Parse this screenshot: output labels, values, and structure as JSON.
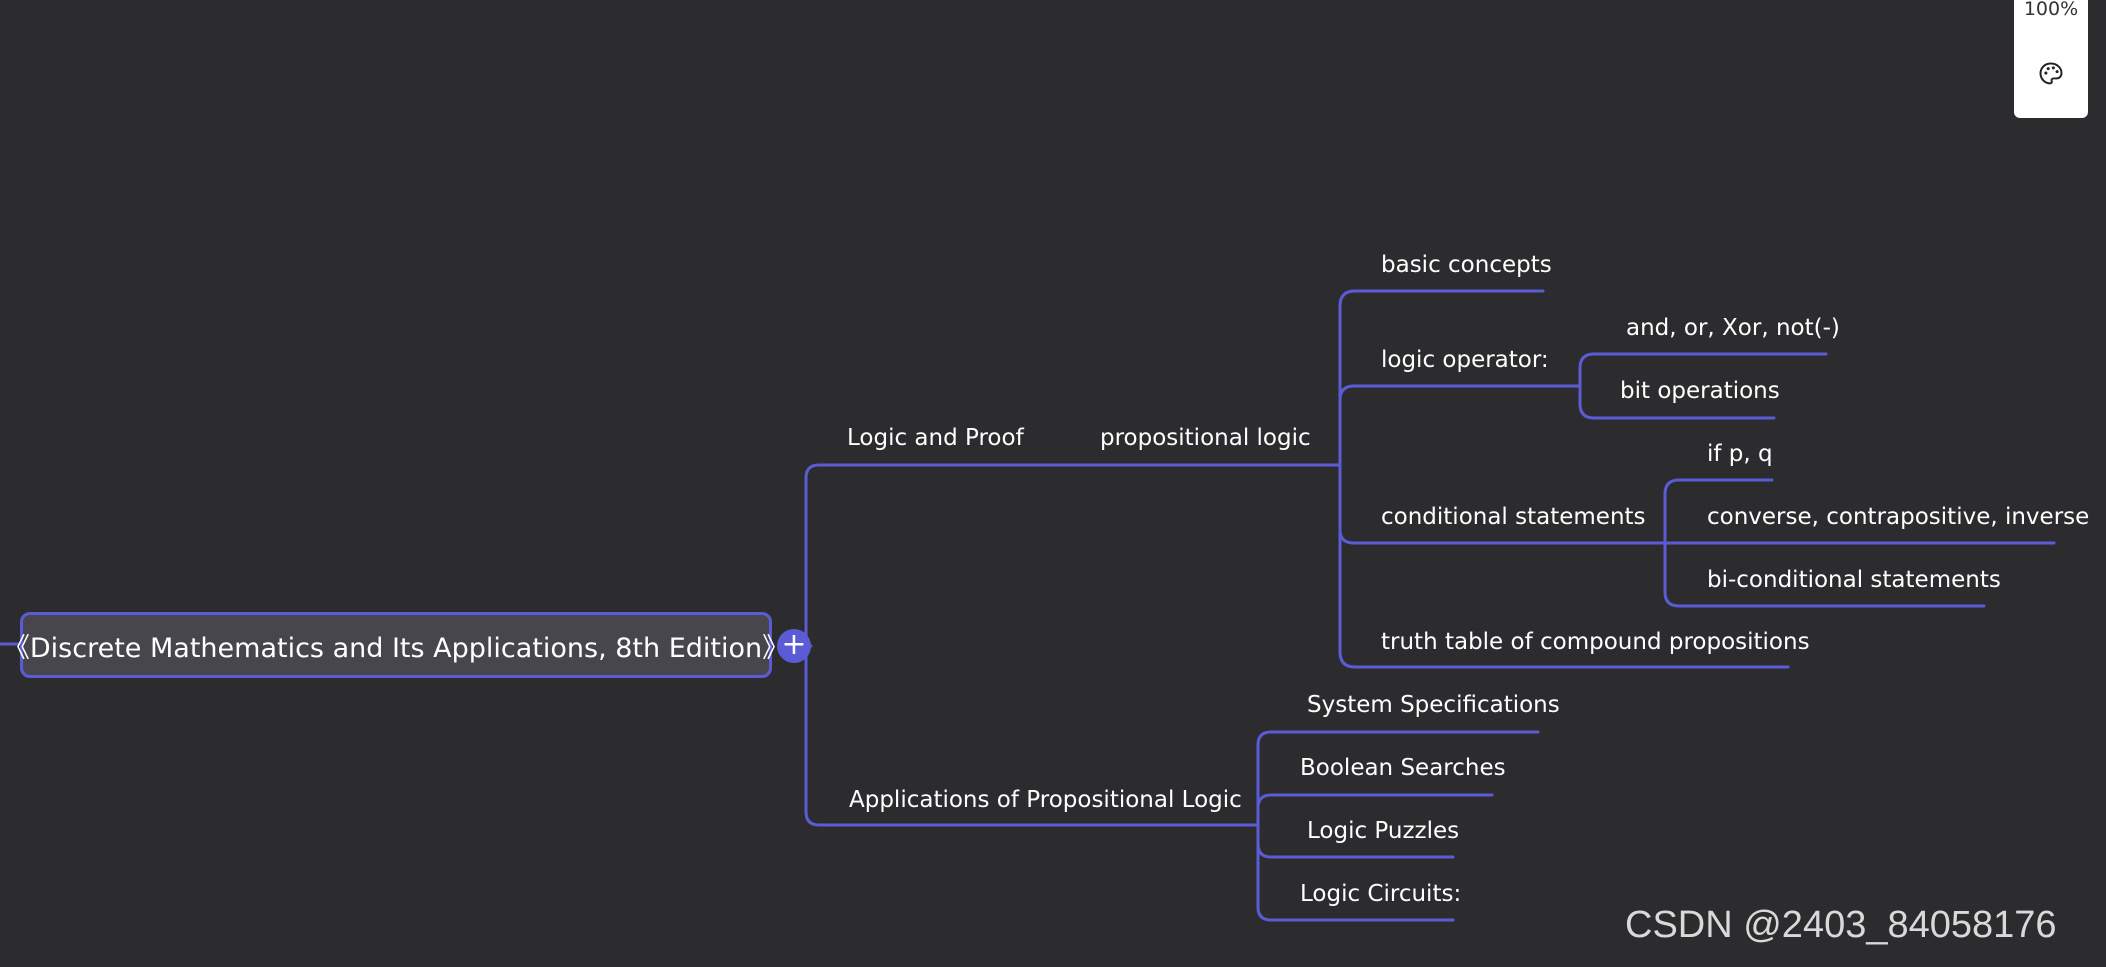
{
  "mindmap": {
    "root": "《Discrete Mathematics and Its Applications, 8th Edition》",
    "logic_and_proof": "Logic and Proof",
    "propositional_logic": "propositional logic",
    "basic_concepts": "basic concepts",
    "logic_operator": "logic operator:",
    "and_or_xor_not": "and, or, Xor, not(-)",
    "bit_operations": "bit operations",
    "conditional_statements": "conditional statements",
    "if_p_q": "if p, q",
    "converse": "converse, contrapositive, inverse",
    "biconditional": "bi-conditional statements",
    "truth_table": "truth table of compound propositions",
    "applications": "Applications of Propositional Logic",
    "system_specifications": "System Specifications",
    "boolean_searches": "Boolean Searches",
    "logic_puzzles": "Logic Puzzles",
    "logic_circuits": "Logic Circuits:"
  },
  "controls": {
    "zoom_level": "100%",
    "palette_icon": "palette-icon",
    "collapse_icon": "plus-icon",
    "collapse_symbol": "+"
  },
  "watermark": "CSDN @2403_84058176",
  "colors": {
    "background": "#2c2c2f",
    "branch": "#5b5bd6",
    "root_fill": "#46464c",
    "text": "#ffffff"
  }
}
